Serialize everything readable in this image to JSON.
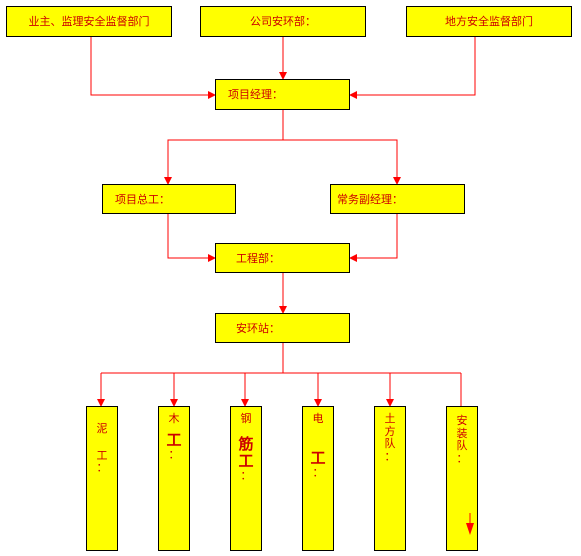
{
  "top": {
    "owner_dept": "业主、监理安全监督部门",
    "company_dept": "公司安环部：",
    "local_dept": "地方安全监督部门"
  },
  "manager": "项目经理：",
  "chief_engineer": "项目总工：",
  "deputy_manager": "常务副经理：",
  "engineering_dept": "工程部：",
  "safety_station": "安环站：",
  "teams": [
    {
      "lines": [
        "泥",
        "",
        "工",
        "："
      ]
    },
    {
      "lines": [
        "木",
        "工",
        "："
      ]
    },
    {
      "lines": [
        "钢",
        "",
        "筋",
        "工",
        "："
      ]
    },
    {
      "lines": [
        "电",
        "",
        "工",
        "："
      ]
    },
    {
      "lines": [
        "土",
        "方",
        "队",
        "："
      ]
    },
    {
      "lines": [
        "安",
        "装",
        "队",
        "："
      ]
    }
  ],
  "colors": {
    "box_fill": "#ffff00",
    "text": "#cc0000",
    "connector": "#ff0000",
    "border": "#000000"
  }
}
